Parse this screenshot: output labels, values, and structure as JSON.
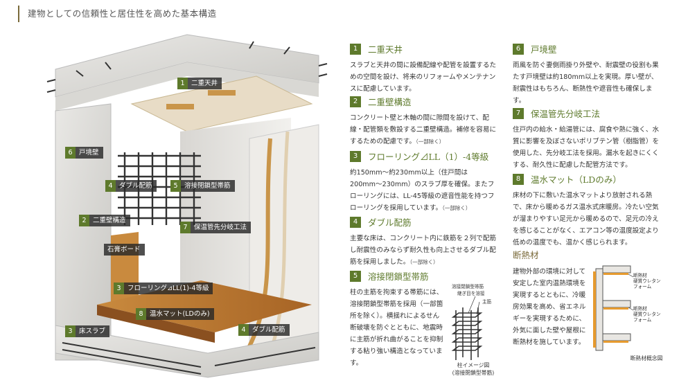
{
  "header": {
    "title": "建物としての信頼性と居住性を高めた基本構造"
  },
  "illustration": {
    "labels": [
      {
        "num": "1",
        "text": "二重天井"
      },
      {
        "num": "6",
        "text": "戸境壁"
      },
      {
        "num": "4",
        "text": "ダブル配筋"
      },
      {
        "num": "5",
        "text": "溶接閉鎖型帯筋"
      },
      {
        "num": "2",
        "text": "二重壁構造"
      },
      {
        "num": "7",
        "text": "保温管先分岐工法"
      },
      {
        "num": "",
        "text": "石膏ボード"
      },
      {
        "num": "3",
        "text": "フローリング⊿LL(1)-4等級"
      },
      {
        "num": "8",
        "text": "温水マット(LDのみ)"
      },
      {
        "num": "3",
        "text": "床スラブ"
      },
      {
        "num": "4",
        "text": "ダブル配筋"
      }
    ]
  },
  "sections": [
    {
      "num": "1",
      "title": "二重天井",
      "body": "スラブと天井の間に設備配線や配管を設置するための空間を設け、将来のリフォームやメンテナンスに配慮しています。",
      "note": ""
    },
    {
      "num": "2",
      "title": "二重壁構造",
      "body": "コンクリート壁と木軸の間に隙間を設けて、配線・配管類を敷設する二重壁構造。補修を容易にするための配慮です。",
      "note": "（一部除く）"
    },
    {
      "num": "3",
      "title": "フローリング⊿LL（1）-4等級",
      "body": "約150mm〜約230mm以上（住戸間は200mm〜230mm）のスラブ厚を確保。またフローリングには、LL-45等級の遮音性能を持つフローリングを採用しています。",
      "note": "（一部除く）"
    },
    {
      "num": "4",
      "title": "ダブル配筋",
      "body": "主要な床は、コンクリート内に鉄筋を２列で配筋し耐震性のみならず耐久性も向上させるダブル配筋を採用しました。",
      "note": "（一部除く）"
    },
    {
      "num": "5",
      "title": "溶接閉鎖型帯筋",
      "body": "柱の主筋を拘束する帯筋には、溶接閉鎖型帯筋を採用（一部箇所を除く）。横揺れによるせん断破壊を防ぐとともに、地震時に主筋が折れ曲がることを抑制する粘り強い構造となっています。",
      "note": ""
    },
    {
      "num": "6",
      "title": "戸境壁",
      "body": "雨風を防ぐ妻側雨掛り外壁や、耐震壁の役割も果たす戸境壁は約180mm以上を実現。厚い壁が、耐震性はもちろん、断熱性や遮音性も確保します。",
      "note": ""
    },
    {
      "num": "7",
      "title": "保温管先分岐工法",
      "body": "住戸内の給水・給湯管には、腐食や熱に強く、水質に影響を及ぼさないポリブテン管（樹脂管）を使用した、先分岐工法を採用。漏水を起きにくくする、耐久性に配慮した配管方法です。",
      "note": ""
    },
    {
      "num": "8",
      "title": "温水マット（LDのみ）",
      "body": "床材の下に敷いた温水マットより放射される熱で、床から暖めるガス温水式床暖房。冷たい空気が溜まりやすい足元から暖めるので、足元の冷えを感じることがなく、エアコン等の温度設定より低めの温度でも、温かく感じられます。",
      "note": ""
    }
  ],
  "insulation": {
    "title": "断熱材",
    "body": "建物外部の環境に対して安定した室内温熱環境を実現するとともに、冷暖房効果を高め、省エネルギーを実現するために、外気に面した壁や屋根に断熱材を施しています。",
    "figure_labels": [
      "断熱材\n硬質ウレタン\nフォーム",
      "断熱材\n硬質ウレタン\nフォーム"
    ],
    "caption": "断熱材概念図"
  },
  "column_figure": {
    "labels": [
      "溶接閉鎖型帯筋",
      "継ぎ目を溶接",
      "主筋"
    ],
    "caption_line1": "柱イメージ図",
    "caption_line2": "(溶接閉鎖型帯筋)"
  },
  "colors": {
    "accent": "#5e7a2c",
    "heat_title": "#7a6a3a"
  }
}
